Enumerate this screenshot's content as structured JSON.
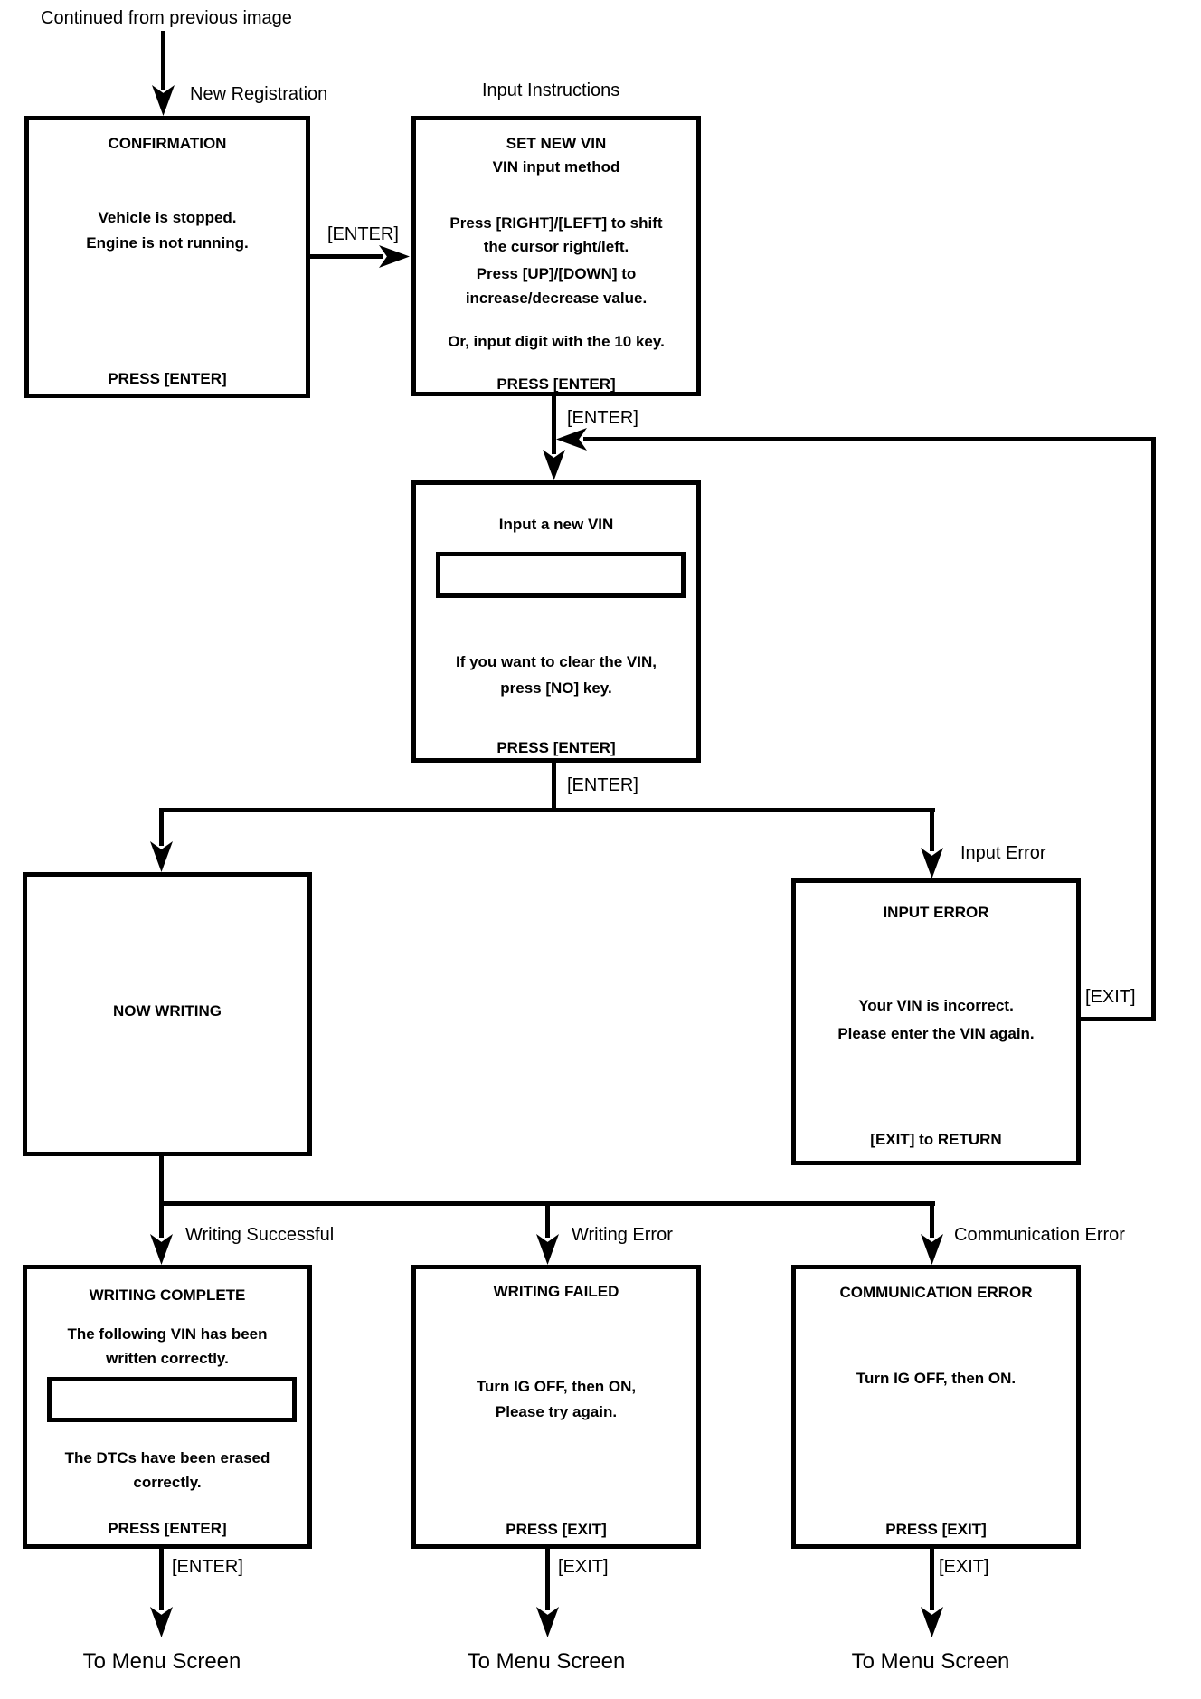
{
  "header": {
    "continued": "Continued from previous image"
  },
  "labels": {
    "new_registration": "New Registration",
    "input_instructions": "Input Instructions",
    "enter_to_instructions": "[ENTER]",
    "enter_to_input_vin": "[ENTER]",
    "enter_after_input_vin": "[ENTER]",
    "input_error": "Input Error",
    "exit_loop": "[EXIT]",
    "writing_successful": "Writing Successful",
    "writing_error": "Writing Error",
    "communication_error": "Communication Error",
    "enter_bottom_left": "[ENTER]",
    "exit_bottom_mid": "[EXIT]",
    "exit_bottom_right": "[EXIT]"
  },
  "boxes": {
    "confirmation": {
      "title": "CONFIRMATION",
      "line1": "Vehicle is stopped.",
      "line2": "Engine is not running.",
      "footer": "PRESS [ENTER]"
    },
    "set_new_vin": {
      "title": "SET NEW VIN",
      "subtitle": "VIN input method",
      "line1": "Press [RIGHT]/[LEFT] to shift",
      "line2": "the cursor right/left.",
      "line3": "Press [UP]/[DOWN] to",
      "line4": "increase/decrease value.",
      "line5": "Or, input digit with the 10 key.",
      "footer": "PRESS [ENTER]"
    },
    "input_new_vin": {
      "title": "Input a new VIN",
      "vin_field_value": "",
      "line1": "If you want to clear the VIN,",
      "line2": "press [NO] key.",
      "footer": "PRESS [ENTER]"
    },
    "now_writing": {
      "title": "NOW WRITING"
    },
    "input_error": {
      "title": "INPUT ERROR",
      "line1": "Your VIN is incorrect.",
      "line2": "Please enter the VIN again.",
      "footer": "[EXIT] to RETURN"
    },
    "writing_complete": {
      "title": "WRITING COMPLETE",
      "line1": "The following VIN has been",
      "line2": "written correctly.",
      "vin_field_value": "",
      "line3": "The DTCs have been erased",
      "line4": "correctly.",
      "footer": "PRESS [ENTER]"
    },
    "writing_failed": {
      "title": "WRITING FAILED",
      "line1": "Turn IG OFF, then ON,",
      "line2": "Please try again.",
      "footer": "PRESS [EXIT]"
    },
    "communication_error": {
      "title": "COMMUNICATION ERROR",
      "line1": "Turn IG OFF, then ON.",
      "footer": "PRESS [EXIT]"
    }
  },
  "footer": {
    "to_menu": [
      "To Menu Screen",
      "To Menu Screen",
      "To Menu Screen"
    ]
  }
}
